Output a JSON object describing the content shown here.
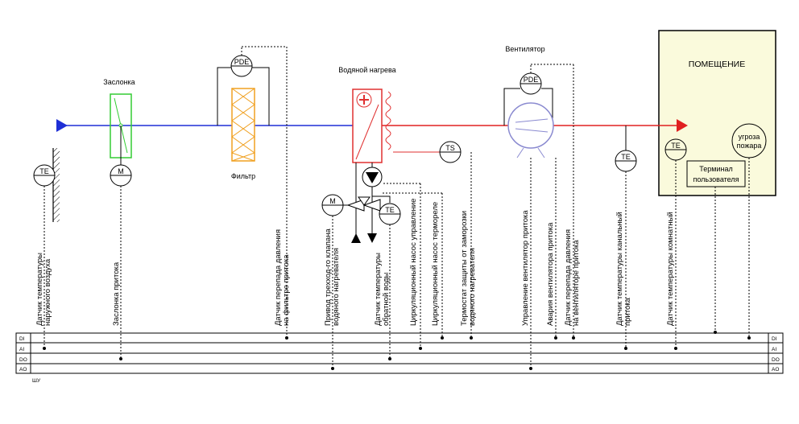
{
  "components": {
    "damper_title": "Заслонка",
    "filter_title": "Фильтр",
    "heater_title": "Водяной нагрева",
    "fan_title": "Вентилятор",
    "room_title": "ПОМЕЩЕНИЕ",
    "terminal_line1": "Терминал",
    "terminal_line2": "пользователя",
    "fire_line1": "угроза",
    "fire_line2": "пожара"
  },
  "instruments": {
    "te": "TE",
    "m": "M",
    "pde": "PDE",
    "ts": "TS"
  },
  "sensor_labels": [
    {
      "line1": "Датчик температуры",
      "line2": "наружного воздуха"
    },
    {
      "line1": "Заслонка притока",
      "line2": ""
    },
    {
      "line1": "Датчик перепада давления",
      "line2": "на фильтре притока"
    },
    {
      "line1": "Привод трехход-го клапана",
      "line2": "водяного нагревателя"
    },
    {
      "line1": "Датчик температуры",
      "line2": "обратной воды"
    },
    {
      "line1": "Циркуляционный насос управление",
      "line2": ""
    },
    {
      "line1": "Циркуляционный насос термореле",
      "line2": ""
    },
    {
      "line1": "Термостат защиты от заморозки",
      "line2": "водяного нагревателя"
    },
    {
      "line1": "Управление вентилятор притока",
      "line2": ""
    },
    {
      "line1": "Авария вентилятора притока",
      "line2": ""
    },
    {
      "line1": "Датчик перепада давления",
      "line2": "на вентиляторе притока"
    },
    {
      "line1": "Датчик температуры канальный",
      "line2": "притока"
    },
    {
      "line1": "Датчик температуры комнатный",
      "line2": ""
    }
  ],
  "bus": {
    "signals": [
      "DI",
      "AI",
      "DO",
      "AO"
    ],
    "cabinet_label": "ШУ"
  },
  "colors": {
    "supply_in": "#1e2fd6",
    "supply_hot": "#e02020",
    "damper_frame": "#33cc33",
    "filter": "#f0a020",
    "heater": "#e03030",
    "fan": "#8a8ad0",
    "room_fill": "#fafadc"
  }
}
